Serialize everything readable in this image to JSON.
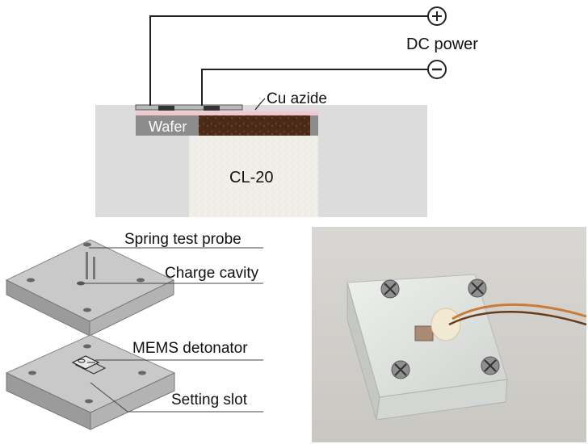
{
  "schematic": {
    "power_label": "DC power",
    "positive_symbol": "+",
    "negative_symbol": "−",
    "wafer_label": "Wafer",
    "azide_label": "Cu azide",
    "cl20_label": "CL-20"
  },
  "exploded_view": {
    "probe_label": "Spring test probe",
    "cavity_label": "Charge cavity",
    "detonator_label": "MEMS detonator",
    "slot_label": "Setting slot"
  },
  "photo": {
    "description_icon": "photo-of-assembled-device"
  },
  "colors": {
    "block_light": "#dcdcdc",
    "wafer_grey": "#8c8c8c",
    "azide_brown": "#4a2a18",
    "wire_orange": "#c97b3a"
  }
}
